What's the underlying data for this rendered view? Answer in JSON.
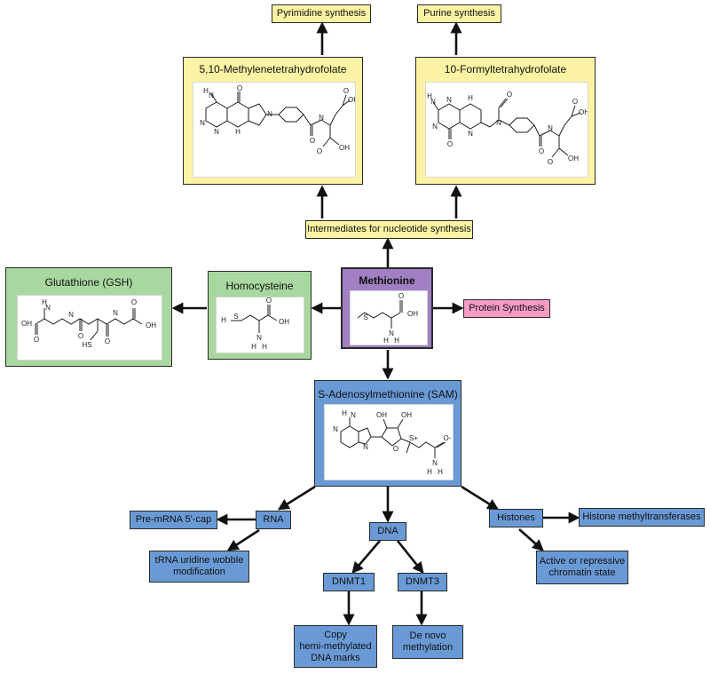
{
  "nodes": {
    "pyrimidine": "Pyrimidine synthesis",
    "purine": "Purine synthesis",
    "methylene_thf": "5,10-Methylenetetrahydrofolate",
    "formyl_thf": "10-Formyltetrahydrofolate",
    "intermediates": "Intermediates for nucleotide synthesis",
    "glutathione": "Glutathione (GSH)",
    "homocysteine": "Homocysteine",
    "methionine": "Methionine",
    "protein_synthesis": "Protein Synthesis",
    "sam": "S-Adenosylmethionine (SAM)",
    "rna": "RNA",
    "dna": "DNA",
    "histones": "Histones",
    "pre_mrna_cap": "Pre-mRNA 5'-cap",
    "trna_wobble": [
      "tRNA uridine wobble",
      "modification"
    ],
    "dnmt1": "DNMT1",
    "dnmt3": "DNMT3",
    "histone_mt": "Histone methyltransferases",
    "chromatin": [
      "Active or repressive",
      "chromatin state"
    ],
    "copy_marks": [
      "Copy",
      "hemi-methylated",
      "DNA marks"
    ],
    "de_novo": [
      "De novo",
      "methylation"
    ]
  },
  "atoms": {
    "H": "H",
    "N": "N",
    "O": "O",
    "OH": "OH",
    "S": "S",
    "HS": "HS",
    "Splus": "S+",
    "Ominus": "O-"
  },
  "colors": {
    "yellow": "#fbf3a3",
    "green": "#a8d8a0",
    "purple": "#a07fc2",
    "pink": "#f59bc4",
    "blue": "#6a9ad6"
  }
}
